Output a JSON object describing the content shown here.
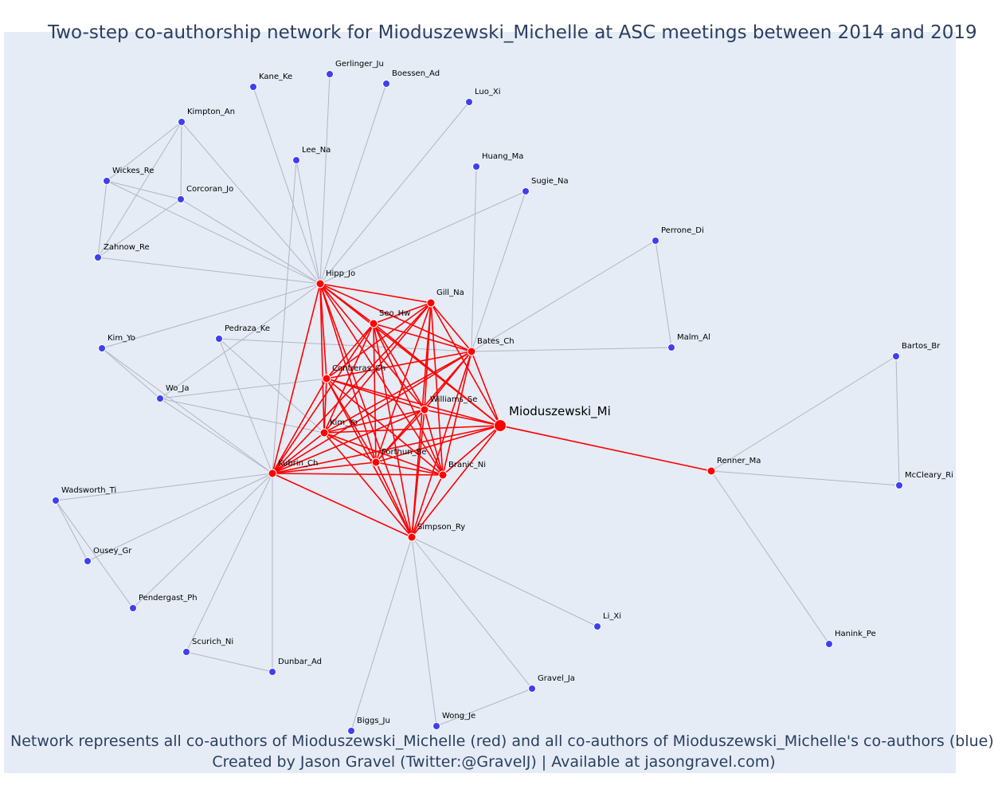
{
  "title": "Two-step co-authorship network for Mioduszewski_Michelle at ASC meetings between 2014 and 2019",
  "caption_line1": "Network represents all co-authors of Mioduszewski_Michelle (red) and all co-authors of Mioduszewski_Michelle's co-authors (blue)",
  "caption_line2": "Created by Jason Gravel (Twitter:@GravelJ) | Available at jasongravel.com)",
  "colors": {
    "first_degree": "#ff0000",
    "second_degree": "#3f3ff2",
    "edge_red": "#ff0000",
    "edge_gray": "#b4b4c4"
  },
  "nodes": [
    {
      "id": "Mioduszewski_Mi",
      "group": "ego"
    },
    {
      "id": "Hipp_Jo",
      "group": "red"
    },
    {
      "id": "Gill_Na",
      "group": "red"
    },
    {
      "id": "Seo_Hw",
      "group": "red"
    },
    {
      "id": "Bates_Ch",
      "group": "red"
    },
    {
      "id": "Contreras_Ch",
      "group": "red"
    },
    {
      "id": "Williams_Se",
      "group": "red"
    },
    {
      "id": "Kim_Yo",
      "group": "red"
    },
    {
      "id": "Forthun_Be",
      "group": "red"
    },
    {
      "id": "Branic_Ni",
      "group": "red"
    },
    {
      "id": "Kubrin_Ch",
      "group": "red"
    },
    {
      "id": "Simpson_Ry",
      "group": "red"
    },
    {
      "id": "Renner_Ma",
      "group": "red"
    },
    {
      "id": "Gerlinger_Ju",
      "group": "blue"
    },
    {
      "id": "Kane_Ke",
      "group": "blue"
    },
    {
      "id": "Boessen_Ad",
      "group": "blue"
    },
    {
      "id": "Luo_Xi",
      "group": "blue"
    },
    {
      "id": "Kimpton_An",
      "group": "blue"
    },
    {
      "id": "Lee_Na",
      "group": "blue"
    },
    {
      "id": "Huang_Ma",
      "group": "blue"
    },
    {
      "id": "Wickes_Re",
      "group": "blue"
    },
    {
      "id": "Corcoran_Jo",
      "group": "blue"
    },
    {
      "id": "Sugie_Na",
      "group": "blue"
    },
    {
      "id": "Perrone_Di",
      "group": "blue"
    },
    {
      "id": "Zahnow_Re",
      "group": "blue"
    },
    {
      "id": "Kim_Yo2",
      "label": "Kim_Yo",
      "group": "blue"
    },
    {
      "id": "Pedraza_Ke",
      "group": "blue"
    },
    {
      "id": "Malm_Al",
      "group": "blue"
    },
    {
      "id": "Bartos_Br",
      "group": "blue"
    },
    {
      "id": "Wo_Ja",
      "group": "blue"
    },
    {
      "id": "Wadsworth_Ti",
      "group": "blue"
    },
    {
      "id": "McCleary_Ri",
      "group": "blue"
    },
    {
      "id": "Ousey_Gr",
      "group": "blue"
    },
    {
      "id": "Pendergast_Ph",
      "group": "blue"
    },
    {
      "id": "Li_Xi",
      "group": "blue"
    },
    {
      "id": "Hanink_Pe",
      "group": "blue"
    },
    {
      "id": "Scurich_Ni",
      "group": "blue"
    },
    {
      "id": "Dunbar_Ad",
      "group": "blue"
    },
    {
      "id": "Gravel_Ja",
      "group": "blue"
    },
    {
      "id": "Biggs_Ju",
      "group": "blue"
    },
    {
      "id": "Wong_Je",
      "group": "blue"
    }
  ],
  "red_clique": [
    "Mioduszewski_Mi",
    "Hipp_Jo",
    "Gill_Na",
    "Seo_Hw",
    "Bates_Ch",
    "Contreras_Ch",
    "Williams_Se",
    "Kim_Yo",
    "Forthun_Be",
    "Branic_Ni",
    "Kubrin_Ch",
    "Simpson_Ry"
  ],
  "red_edges": [
    [
      "Mioduszewski_Mi",
      "Renner_Ma"
    ]
  ],
  "gray_edges": [
    [
      "Hipp_Jo",
      "Gerlinger_Ju"
    ],
    [
      "Hipp_Jo",
      "Kane_Ke"
    ],
    [
      "Hipp_Jo",
      "Boessen_Ad"
    ],
    [
      "Hipp_Jo",
      "Luo_Xi"
    ],
    [
      "Hipp_Jo",
      "Kimpton_An"
    ],
    [
      "Hipp_Jo",
      "Lee_Na"
    ],
    [
      "Hipp_Jo",
      "Wickes_Re"
    ],
    [
      "Hipp_Jo",
      "Corcoran_Jo"
    ],
    [
      "Hipp_Jo",
      "Zahnow_Re"
    ],
    [
      "Hipp_Jo",
      "Sugie_Na"
    ],
    [
      "Hipp_Jo",
      "Kim_Yo2"
    ],
    [
      "Hipp_Jo",
      "Wo_Ja"
    ],
    [
      "Kimpton_An",
      "Wickes_Re"
    ],
    [
      "Kimpton_An",
      "Corcoran_Jo"
    ],
    [
      "Kimpton_An",
      "Zahnow_Re"
    ],
    [
      "Wickes_Re",
      "Corcoran_Jo"
    ],
    [
      "Wickes_Re",
      "Zahnow_Re"
    ],
    [
      "Corcoran_Jo",
      "Zahnow_Re"
    ],
    [
      "Lee_Na",
      "Kubrin_Ch"
    ],
    [
      "Bates_Ch",
      "Huang_Ma"
    ],
    [
      "Bates_Ch",
      "Sugie_Na"
    ],
    [
      "Bates_Ch",
      "Perrone_Di"
    ],
    [
      "Bates_Ch",
      "Malm_Al"
    ],
    [
      "Bates_Ch",
      "Pedraza_Ke"
    ],
    [
      "Perrone_Di",
      "Malm_Al"
    ],
    [
      "Pedraza_Ke",
      "Kubrin_Ch"
    ],
    [
      "Pedraza_Ke",
      "Kim_Yo"
    ],
    [
      "Contreras_Ch",
      "Wo_Ja"
    ],
    [
      "Wo_Ja",
      "Kim_Yo"
    ],
    [
      "Wo_Ja",
      "Kubrin_Ch"
    ],
    [
      "Kim_Yo2",
      "Kubrin_Ch"
    ],
    [
      "Kim_Yo2",
      "Wo_Ja"
    ],
    [
      "Kubrin_Ch",
      "Wadsworth_Ti"
    ],
    [
      "Kubrin_Ch",
      "Ousey_Gr"
    ],
    [
      "Kubrin_Ch",
      "Pendergast_Ph"
    ],
    [
      "Kubrin_Ch",
      "Scurich_Ni"
    ],
    [
      "Kubrin_Ch",
      "Dunbar_Ad"
    ],
    [
      "Wadsworth_Ti",
      "Ousey_Gr"
    ],
    [
      "Wadsworth_Ti",
      "Pendergast_Ph"
    ],
    [
      "Scurich_Ni",
      "Dunbar_Ad"
    ],
    [
      "Simpson_Ry",
      "Li_Xi"
    ],
    [
      "Simpson_Ry",
      "Gravel_Ja"
    ],
    [
      "Simpson_Ry",
      "Biggs_Ju"
    ],
    [
      "Simpson_Ry",
      "Wong_Je"
    ],
    [
      "Gravel_Ja",
      "Wong_Je"
    ],
    [
      "Renner_Ma",
      "Bartos_Br"
    ],
    [
      "Renner_Ma",
      "McCleary_Ri"
    ],
    [
      "Renner_Ma",
      "Hanink_Pe"
    ],
    [
      "Bartos_Br",
      "McCleary_Ri"
    ]
  ]
}
